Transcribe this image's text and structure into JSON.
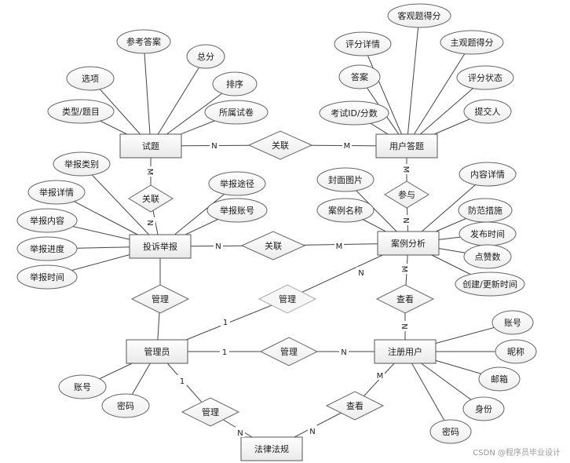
{
  "entities": [
    {
      "id": "shiti",
      "label": "试题"
    },
    {
      "id": "yhdt",
      "label": "用户答题"
    },
    {
      "id": "tsjb",
      "label": "投诉举报"
    },
    {
      "id": "alfx",
      "label": "案例分析"
    },
    {
      "id": "gly",
      "label": "管理员"
    },
    {
      "id": "zcyh",
      "label": "注册用户"
    },
    {
      "id": "flzg",
      "label": "法律法规"
    }
  ],
  "attributes": [
    {
      "id": "a_ckda",
      "label": "参考答案",
      "entity": "shiti"
    },
    {
      "id": "a_zf",
      "label": "总分",
      "entity": "shiti"
    },
    {
      "id": "a_xx",
      "label": "选项",
      "entity": "shiti"
    },
    {
      "id": "a_px",
      "label": "排序",
      "entity": "shiti"
    },
    {
      "id": "a_lxtm",
      "label": "类型/题目",
      "entity": "shiti"
    },
    {
      "id": "a_sssj",
      "label": "所属试卷",
      "entity": "shiti"
    },
    {
      "id": "a_kgtdf",
      "label": "客观题得分",
      "entity": "yhdt"
    },
    {
      "id": "a_pfxq",
      "label": "评分详情",
      "entity": "yhdt"
    },
    {
      "id": "a_zgtdf",
      "label": "主观题得分",
      "entity": "yhdt"
    },
    {
      "id": "a_da",
      "label": "答案",
      "entity": "yhdt"
    },
    {
      "id": "a_pfzt",
      "label": "评分状态",
      "entity": "yhdt"
    },
    {
      "id": "a_ksid",
      "label": "考试ID/分数",
      "entity": "yhdt"
    },
    {
      "id": "a_tjr",
      "label": "提交人",
      "entity": "yhdt"
    },
    {
      "id": "a_jblb",
      "label": "举报类别",
      "entity": "tsjb"
    },
    {
      "id": "a_jbxq",
      "label": "举报详情",
      "entity": "tsjb"
    },
    {
      "id": "a_jbtj",
      "label": "举报途径",
      "entity": "tsjb"
    },
    {
      "id": "a_jbnr",
      "label": "举报内容",
      "entity": "tsjb"
    },
    {
      "id": "a_jbzh",
      "label": "举报账号",
      "entity": "tsjb"
    },
    {
      "id": "a_jbjd",
      "label": "举报进度",
      "entity": "tsjb"
    },
    {
      "id": "a_jbsj",
      "label": "举报时间",
      "entity": "tsjb"
    },
    {
      "id": "a_fmtp",
      "label": "封面图片",
      "entity": "alfx"
    },
    {
      "id": "a_nrxq",
      "label": "内容详情",
      "entity": "alfx"
    },
    {
      "id": "a_almc",
      "label": "案例名称",
      "entity": "alfx"
    },
    {
      "id": "a_ffcs",
      "label": "防范措施",
      "entity": "alfx"
    },
    {
      "id": "a_fbsj",
      "label": "发布时间",
      "entity": "alfx"
    },
    {
      "id": "a_dzs",
      "label": "点赞数",
      "entity": "alfx"
    },
    {
      "id": "a_cjgx",
      "label": "创建/更新时间",
      "entity": "alfx"
    },
    {
      "id": "a_gzh",
      "label": "账号",
      "entity": "gly"
    },
    {
      "id": "a_gmm",
      "label": "密码",
      "entity": "gly"
    },
    {
      "id": "a_uzh",
      "label": "账号",
      "entity": "zcyh"
    },
    {
      "id": "a_unc",
      "label": "昵称",
      "entity": "zcyh"
    },
    {
      "id": "a_uyx",
      "label": "邮箱",
      "entity": "zcyh"
    },
    {
      "id": "a_usf",
      "label": "身份",
      "entity": "zcyh"
    },
    {
      "id": "a_umm",
      "label": "密码",
      "entity": "zcyh"
    }
  ],
  "relationships": [
    {
      "id": "r1",
      "label": "关联",
      "from": "shiti",
      "to": "yhdt",
      "from_card": "N",
      "to_card": "M"
    },
    {
      "id": "r2",
      "label": "关联",
      "from": "shiti",
      "to": "tsjb",
      "from_card": "M",
      "to_card": "N"
    },
    {
      "id": "r3",
      "label": "参与",
      "from": "yhdt",
      "to": "alfx",
      "from_card": "M",
      "to_card": "N"
    },
    {
      "id": "r4",
      "label": "关联",
      "from": "tsjb",
      "to": "alfx",
      "from_card": "N",
      "to_card": "M"
    },
    {
      "id": "r5",
      "label": "管理",
      "from": "tsjb",
      "to": "gly",
      "from_card": "",
      "to_card": ""
    },
    {
      "id": "r6",
      "label": "管理",
      "from": "gly",
      "to": "alfx",
      "from_card": "1",
      "to_card": "N"
    },
    {
      "id": "r7",
      "label": "查看",
      "from": "alfx",
      "to": "zcyh",
      "from_card": "M",
      "to_card": "N"
    },
    {
      "id": "r8",
      "label": "管理",
      "from": "gly",
      "to": "zcyh",
      "from_card": "1",
      "to_card": "N"
    },
    {
      "id": "r9",
      "label": "管理",
      "from": "gly",
      "to": "flzg",
      "from_card": "1",
      "to_card": "N"
    },
    {
      "id": "r10",
      "label": "查看",
      "from": "zcyh",
      "to": "flzg",
      "from_card": "M",
      "to_card": "N"
    }
  ],
  "watermark": "CSDN @程序员毕业设计"
}
